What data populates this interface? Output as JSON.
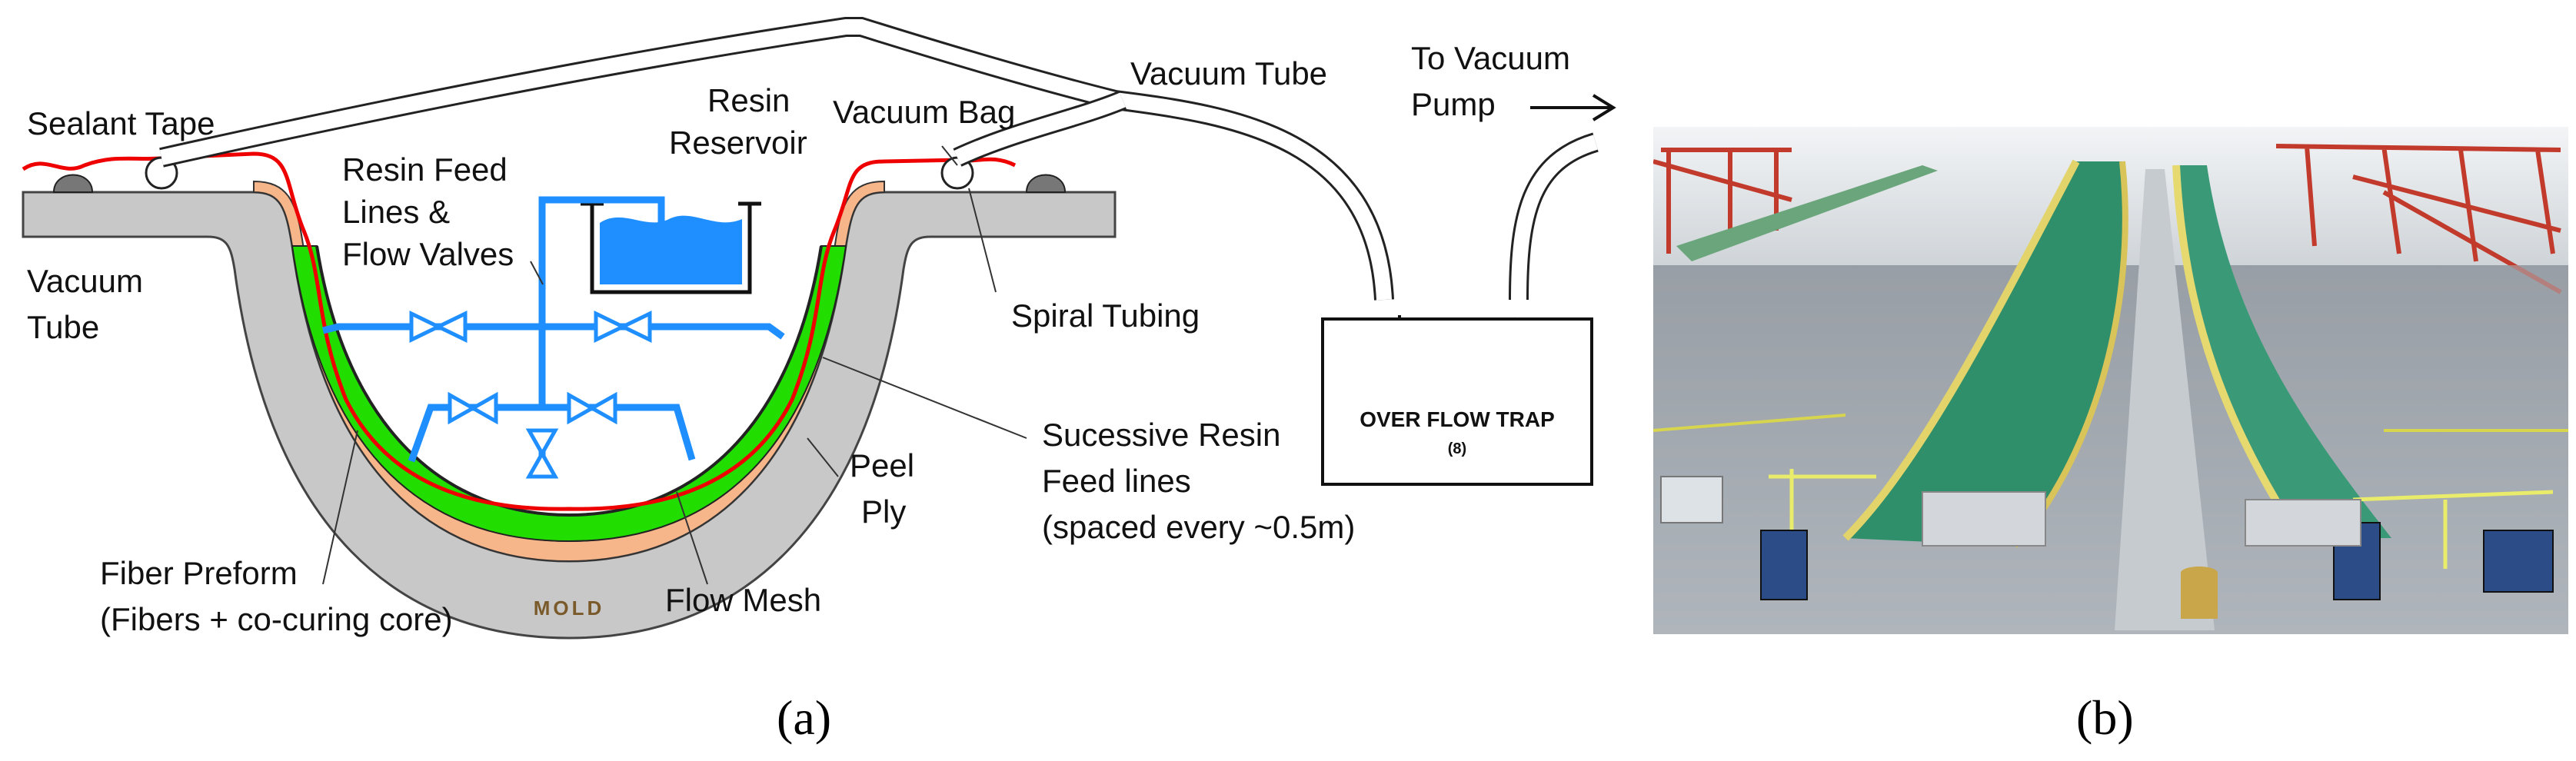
{
  "panel_a": {
    "labels": {
      "sealant_tape": "Sealant Tape",
      "vacuum_tube_top": "Vacuum Tube",
      "to_vacuum_pump_1": "To Vacuum",
      "to_vacuum_pump_2": "Pump",
      "resin_reservoir_1": "Resin",
      "resin_reservoir_2": "Reservoir",
      "vacuum_bag": "Vacuum Bag",
      "resin_feed_1": "Resin Feed",
      "resin_feed_2": "Lines &",
      "resin_feed_3": "Flow Valves",
      "vacuum_tube_left_1": "Vacuum",
      "vacuum_tube_left_2": "Tube",
      "spiral_tubing": "Spiral Tubing",
      "overflow_trap_1": "OVER FLOW TRAP",
      "overflow_trap_2": "(8)",
      "successive_1": "Sucessive Resin",
      "successive_2": "Feed lines",
      "successive_3": "(spaced every ~0.5m)",
      "peel_ply_1": "Peel",
      "peel_ply_2": "Ply",
      "fiber_preform_1": "Fiber Preform",
      "fiber_preform_2": "(Fibers + co-curing core)",
      "flow_mesh": "Flow Mesh",
      "mold": "MOLD"
    },
    "caption": "(a)"
  },
  "panel_b": {
    "caption": "(b)"
  },
  "colors": {
    "mold": "#c8c8c8",
    "peel_ply": "#f7b58a",
    "fiber": "#22dd00",
    "bag": "#ee0000",
    "resin": "#1f8fff",
    "sealant": "#777777"
  }
}
